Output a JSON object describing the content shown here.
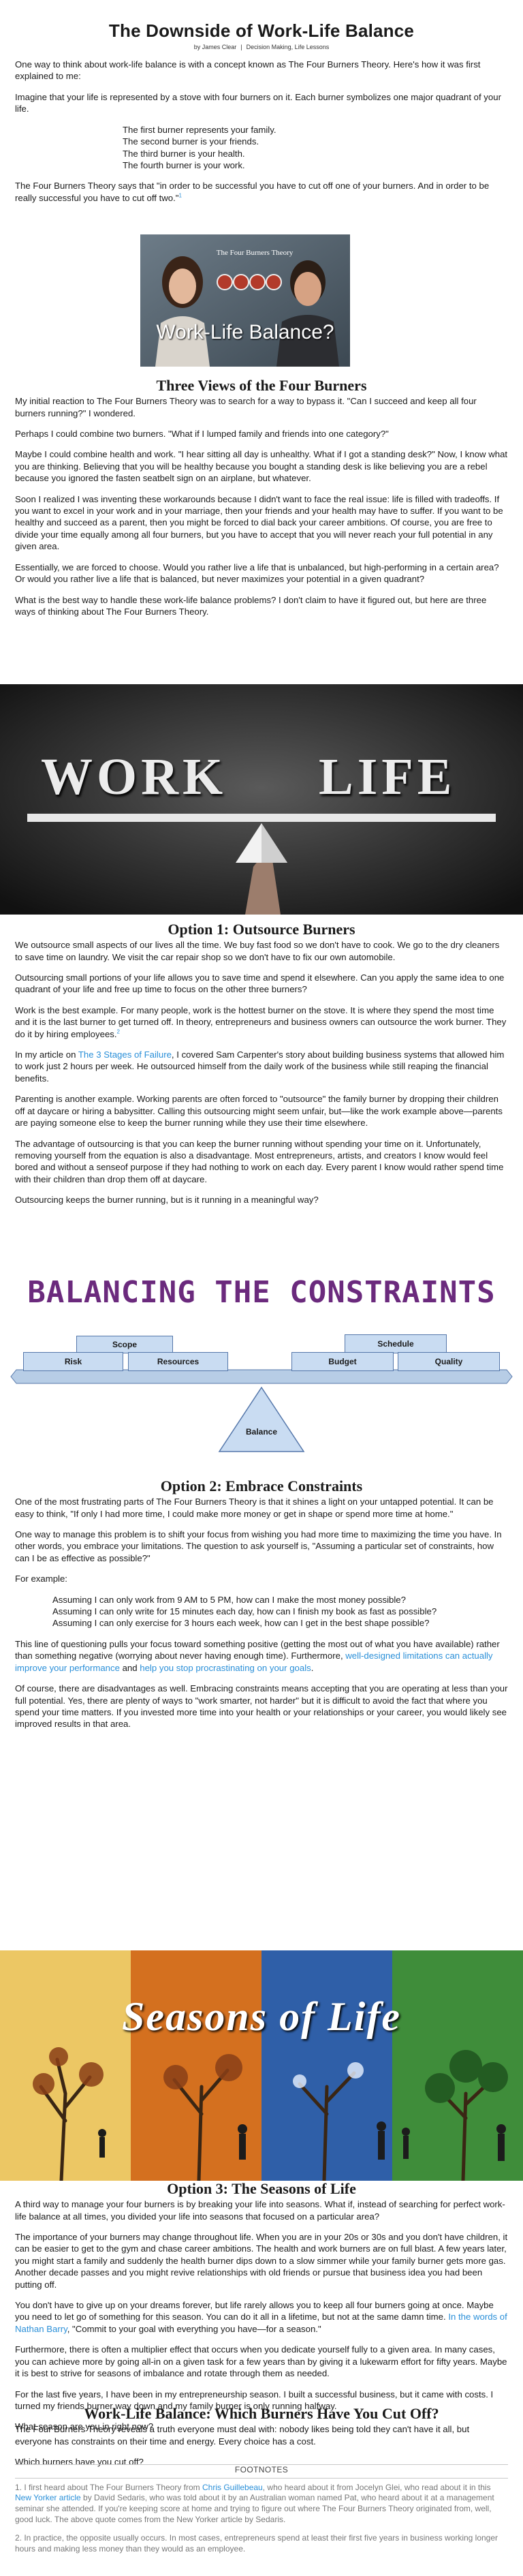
{
  "article": {
    "title": "The Downside of Work-Life Balance",
    "author": "by James Clear",
    "categories": "Decision Making, Life Lessons"
  },
  "intro": {
    "p1": "One way to think about work-life balance is with a concept known as The Four Burners Theory. Here's how it was first explained to me:",
    "p2": "Imagine that your life is represented by a stove with four burners on it. Each burner symbolizes one major quadrant of your life.",
    "burners": [
      "The first burner represents your family.",
      "The second burner is your friends.",
      "The third burner is your health.",
      "The fourth burner is your work."
    ],
    "p3": "The Four Burners Theory says that \"in order to be successful you have to cut off one of your burners. And in order to be really successful you have to cut off two.\"",
    "p3_sup": "1"
  },
  "hero_image": {
    "badge": "The Four Burners Theory",
    "caption": "Work-Life Balance?"
  },
  "three_views": {
    "heading": "Three Views of the Four Burners",
    "paragraphs": [
      "My initial reaction to The Four Burners Theory was to search for a way to bypass it. \"Can I succeed and keep all four burners running?\" I wondered.",
      "Perhaps I could combine two burners. \"What if I lumped family and friends into one category?\"",
      "Maybe I could combine health and work. \"I hear sitting all day is unhealthy. What if I got a standing desk?\" Now, I know what you are thinking. Believing that you will be healthy because you bought a standing desk is like believing you are a rebel because you ignored the fasten seatbelt sign on an airplane, but whatever.",
      "Soon I realized I was inventing these workarounds because I didn't want to face the real issue: life is filled with tradeoffs. If you want to excel in your work and in your marriage, then your friends and your health may have to suffer. If you want to be healthy and succeed as a parent, then you might be forced to dial back your career ambitions. Of course, you are free to divide your time equally among all four burners, but you have to accept that you will never reach your full potential in any given area.",
      "Essentially, we are forced to choose. Would you rather live a life that is unbalanced, but high-performing in a certain area? Or would you rather live a life that is balanced, but never maximizes your potential in a given quadrant?",
      "What is the best way to handle these work-life balance problems? I don't claim to have it figured out, but here are three ways of thinking about The Four Burners Theory."
    ]
  },
  "worklife_image": {
    "left_word": "WORK",
    "right_word": "LIFE"
  },
  "option1": {
    "heading": "Option 1: Outsource Burners",
    "p1": "We outsource small aspects of our lives all the time. We buy fast food so we don't have to cook. We go to the dry cleaners to save time on laundry. We visit the car repair shop so we don't have to fix our own automobile.",
    "p2": "Outsourcing small portions of your life allows you to save time and spend it elsewhere. Can you apply the same idea to one quadrant of your life and free up time to focus on the other three burners?",
    "p3": "Work is the best example. For many people, work is the hottest burner on the stove. It is where they spend the most time and it is the last burner to get turned off. In theory, entrepreneurs and business owners can outsource the work burner. They do it by hiring employees.",
    "p3_sup": "2",
    "p4_before": "In my article on ",
    "p4_link": "The 3 Stages of Failure",
    "p4_after": ", I covered Sam Carpenter's story about building business systems that allowed him to work just 2 hours per week. He outsourced himself from the daily work of the business while still reaping the financial benefits.",
    "p5": "Parenting is another example. Working parents are often forced to \"outsource\" the family burner by dropping their children off at daycare or hiring a babysitter. Calling this outsourcing might seem unfair, but—like the work example above—parents are paying someone else to keep the burner running while they use their time elsewhere.",
    "p6": "The advantage of outsourcing is that you can keep the burner running without spending your time on it. Unfortunately, removing yourself from the equation is also a disadvantage. Most entrepreneurs, artists, and creators I know would feel bored and without a senseof purpose if they had nothing to work on each day. Every parent I know would rather spend time with their children than drop them off at daycare.",
    "p7": "Outsourcing keeps the burner running, but is it running in a meaningful way?"
  },
  "balance_image": {
    "title": "BALANCING THE CONSTRAINTS",
    "left_top": "Scope",
    "left_bottom_1": "Risk",
    "left_bottom_2": "Resources",
    "right_top": "Schedule",
    "right_bottom_1": "Budget",
    "right_bottom_2": "Quality",
    "fulcrum": "Balance",
    "colors": {
      "title": "#6b2a7d",
      "box": "#c9dcf2",
      "box_border": "#5577aa",
      "beam": "#b7cde6"
    }
  },
  "option2": {
    "heading": "Option 2: Embrace Constraints",
    "p1": "One of the most frustrating parts of The Four Burners Theory is that it shines a light on your untapped potential. It can be easy to think, \"If only I had more time, I could make more money or get in shape or spend more time at home.\"",
    "p2": "One way to manage this problem is to shift your focus from wishing you had more time to maximizing the time you have. In other words, you embrace your limitations. The question to ask yourself is, \"Assuming a particular set of constraints, how can I be as effective as possible?\"",
    "p3": "For example:",
    "examples": [
      "Assuming I can only work from 9 AM to 5 PM, how can I make the most money possible?",
      "Assuming I can only write for 15 minutes each day, how can I finish my book as fast as possible?",
      "Assuming I can only exercise for 3 hours each week, how can I get in the best shape possible?"
    ],
    "p4_before": "This line of questioning pulls your focus toward something positive (getting the most out of what you have available) rather than something negative (worrying about never having enough time). Furthermore, ",
    "p4_link1": "well-designed limitations can actually improve your performance",
    "p4_mid": " and ",
    "p4_link2": "help you stop procrastinating on your goals",
    "p4_after": ".",
    "p5": "Of course, there are disadvantages as well. Embracing constraints means accepting that you are operating at less than your full potential. Yes, there are plenty of ways to \"work smarter, not harder\" but it is difficult to avoid the fact that where you spend your time matters. If you invested more time into your health or your relationships or your career, you would likely see improved results in that area."
  },
  "seasons_image": {
    "title": "Seasons of Life"
  },
  "option3": {
    "heading": "Option 3: The Seasons of Life",
    "p1": "A third way to manage your four burners is by breaking your life into seasons. What if, instead of searching for perfect work-life balance at all times, you divided your life into seasons that focused on a particular area?",
    "p2": "The importance of your burners may change throughout life. When you are in your 20s or 30s and you don't have children, it can be easier to get to the gym and chase career ambitions. The health and work burners are on full blast. A few years later, you might start a family and suddenly the health burner dips down to a slow simmer while your family burner gets more gas. Another decade passes and you might revive relationships with old friends or pursue that business idea you had been putting off.",
    "p3_before": "You don't have to give up on your dreams forever, but life rarely allows you to keep all four burners going at once. Maybe you need to let go of something for this season. You can do it all in a lifetime, but not at the same damn time. ",
    "p3_link": "In the words of Nathan Barry",
    "p3_after": ", \"Commit to your goal with everything you have—for a season.\"",
    "p4": "Furthermore, there is often a multiplier effect that occurs when you dedicate yourself fully to a given area. In many cases, you can achieve more by going all-in on a given task for a few years than by giving it a lukewarm effort for fifty years. Maybe it is best to strive for seasons of imbalance and rotate through them as needed.",
    "p5": "For the last five years, I have been in my entrepreneurship season. I built a successful business, but it came with costs. I turned my friends burner way down and my family burner is only running halfway.",
    "p6": "What season are you in right now?"
  },
  "closing": {
    "heading": "Work-Life Balance: Which Burners Have You Cut Off?",
    "p1": "The Four Burners Theory reveals a truth everyone must deal with: nobody likes being told they can't have it all, but everyone has constraints on their time and energy. Every choice has a cost.",
    "p2": "Which burners have you cut off?"
  },
  "footnotes": {
    "title": "FOOTNOTES",
    "n1_before": "1. I first heard about The Four Burners Theory from ",
    "n1_link1": "Chris Guillebeau",
    "n1_mid1": ", who heard about it from Jocelyn Glei, who read about it in this ",
    "n1_link2": "New Yorker article",
    "n1_after": " by David Sedaris, who was told about it by an Australian woman named Pat, who heard about it at a management seminar she attended. If you're keeping score at home and trying to figure out where The Four Burners Theory originated from, well, good luck. The above quote comes from the New Yorker article by Sedaris.",
    "n2": "2. In practice, the opposite usually occurs. In most cases, entrepreneurs spend at least their first five years in business working longer hours and making less money than they would as an employee."
  }
}
